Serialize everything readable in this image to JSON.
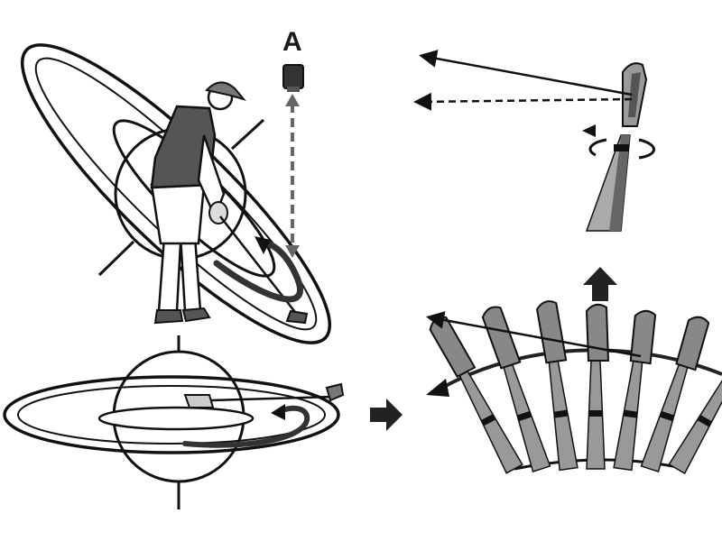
{
  "labels": {
    "point_a": "A"
  },
  "colors": {
    "ink": "#111111",
    "dark_gray": "#444444",
    "mid_gray": "#888888",
    "light_gray": "#bdbdbd",
    "shirt": "#555555",
    "background": "#ffffff"
  },
  "panels": {
    "top_left": "golfer-tilted-swing-plane-sphere",
    "bottom_left": "flat-plane-sphere-with-hands",
    "top_right": "single-club-rotation",
    "bottom_right": "club-face-rotation-fan"
  },
  "fan_club_count": 7
}
